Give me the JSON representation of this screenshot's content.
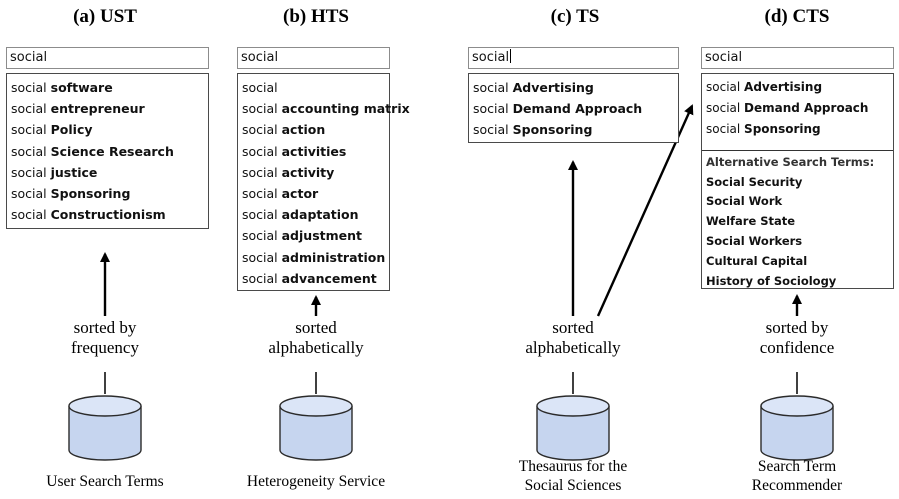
{
  "panels": [
    {
      "title": "(a) UST",
      "search_value": "social",
      "suggestions": [
        {
          "prefix": "social",
          "rest": "software"
        },
        {
          "prefix": "social",
          "rest": "entrepreneur"
        },
        {
          "prefix": "social",
          "rest": "Policy"
        },
        {
          "prefix": "social",
          "rest": "Science Research"
        },
        {
          "prefix": "social",
          "rest": "justice"
        },
        {
          "prefix": "social",
          "rest": "Sponsoring"
        },
        {
          "prefix": "social",
          "rest": "Constructionism"
        }
      ],
      "sort_label": [
        "sorted by",
        "frequency"
      ],
      "source": [
        "User Search Terms"
      ]
    },
    {
      "title": "(b) HTS",
      "search_value": "social",
      "suggestions": [
        {
          "prefix": "social",
          "rest": ""
        },
        {
          "prefix": "social",
          "rest": "accounting matrix"
        },
        {
          "prefix": "social",
          "rest": "action"
        },
        {
          "prefix": "social",
          "rest": "activities"
        },
        {
          "prefix": "social",
          "rest": "activity"
        },
        {
          "prefix": "social",
          "rest": "actor"
        },
        {
          "prefix": "social",
          "rest": "adaptation"
        },
        {
          "prefix": "social",
          "rest": "adjustment"
        },
        {
          "prefix": "social",
          "rest": "administration"
        },
        {
          "prefix": "social",
          "rest": "advancement"
        }
      ],
      "sort_label": [
        "sorted",
        "alphabetically"
      ],
      "source": [
        "Heterogeneity Service"
      ]
    },
    {
      "title": "(c) TS",
      "search_value": "social",
      "suggestions": [
        {
          "prefix": "social",
          "rest": "Advertising"
        },
        {
          "prefix": "social",
          "rest": "Demand Approach"
        },
        {
          "prefix": "social",
          "rest": "Sponsoring"
        }
      ],
      "sort_label": [
        "sorted",
        "alphabetically"
      ],
      "source": [
        "Thesaurus for the",
        "Social Sciences"
      ]
    },
    {
      "title": "(d) CTS",
      "search_value": "social",
      "suggestions": [
        {
          "prefix": "social",
          "rest": "Advertising"
        },
        {
          "prefix": "social",
          "rest": "Demand Approach"
        },
        {
          "prefix": "social",
          "rest": "Sponsoring"
        }
      ],
      "alt_header": "Alternative Search Terms:",
      "alt_terms": [
        "Social Security",
        "Social Work",
        "Welfare State",
        "Social Workers",
        "Cultural Capital",
        "History of Sociology"
      ],
      "sort_label": [
        "sorted by",
        "confidence"
      ],
      "source": [
        "Search Term",
        "Recommender"
      ]
    }
  ]
}
